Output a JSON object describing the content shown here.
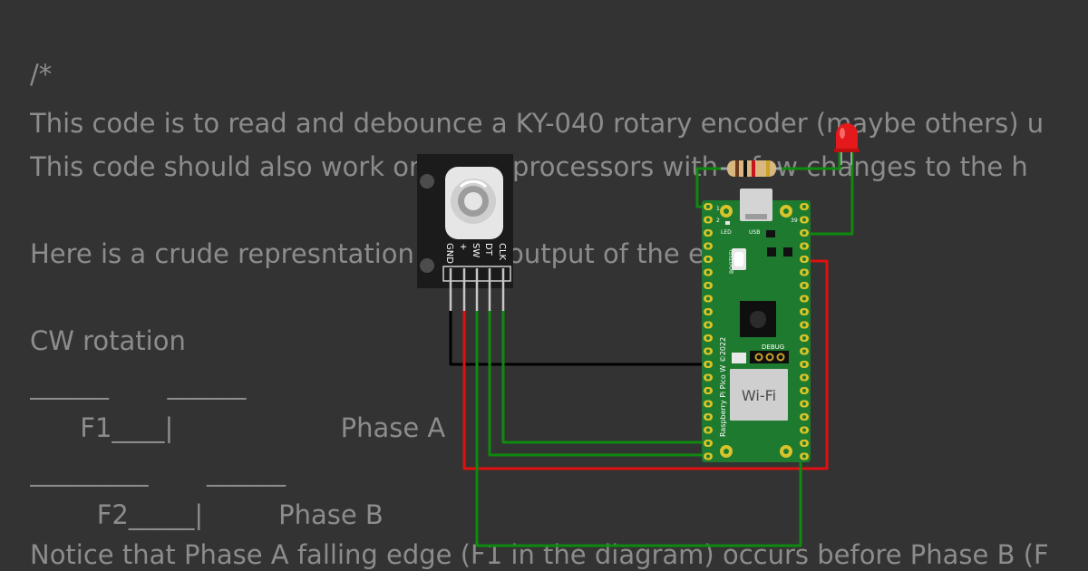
{
  "code_lines": [
    "/*",
    "This code is to read and debounce a KY-040 rotary encoder (maybe others) u",
    "This code should also work on other processors with a few changes to the h",
    "",
    "Here is a crude represntation of the output of the encoder",
    "",
    "CW rotation",
    "______       ______",
    "      F1____|                    Phase A",
    "_________       ______",
    "        F2_____|         Phase B",
    "Notice that Phase A falling edge (F1 in the diagram) occurs before Phase B (F"
  ],
  "encoder": {
    "pins": [
      "CLK",
      "DT",
      "SW",
      "+",
      "GND"
    ]
  },
  "pico": {
    "usb_label": "USB",
    "led_label": "LED",
    "bootsel_label": "BOOTSEL",
    "debug_label": "DEBUG",
    "wifi_label": "Wi-Fi",
    "board_name": "Raspberry Pi Pico W ©2022",
    "pin1": "1",
    "pin2": "2",
    "pin39": "39"
  },
  "colors": {
    "background": "#333333",
    "code_text": "#8c8c8c",
    "pcb": "#1d7a2e",
    "wire_red": "#e01010",
    "wire_green": "#0e8a0e",
    "wire_black": "#000000"
  }
}
